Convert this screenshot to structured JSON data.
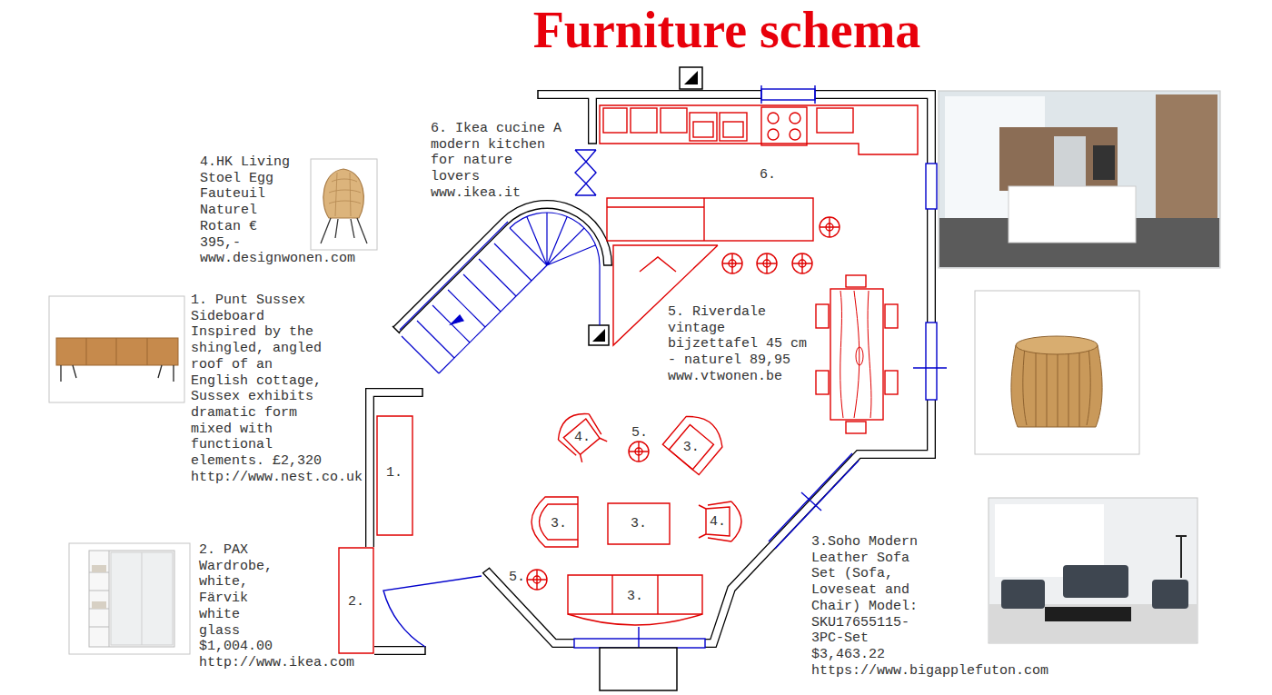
{
  "diagram": {
    "title": "Furniture schema",
    "nodes": [
      {
        "text": [
          "4."
        ]
      },
      {
        "text": [
          "3."
        ]
      },
      {
        "text": [
          "1."
        ]
      },
      {
        "text": [
          "3."
        ]
      },
      {
        "text": [
          "3."
        ]
      },
      {
        "text": [
          "4."
        ]
      },
      {
        "text": [
          "2."
        ]
      },
      {
        "text": [
          "3."
        ]
      }
    ],
    "labels": [
      "6. Ikea cucine A modern kitchen for nature lovers www.ikea.it",
      "4.HK Living Stoel Egg Fauteuil Naturel Rotan € 395,- www.designwonen.com",
      "6.",
      "1. Punt Sussex Sideboard Inspired by the shingled, angled roof of an English cottage, Sussex exhibits dramatic form mixed with functional elements. £2,320 http://www.nest.co.uk",
      "5. Riverdale vintage bijzettafel 45 cm - naturel 89,95 www.vtwonen.be",
      "5.",
      "3.Soho Modern Leather Sofa Set (Sofa, Loveseat and Chair) Model: SKU17655115-3PC-Set $3,463.22 https://www.bigapplefuton.com",
      "2. PAX Wardrobe, white, Färvik white glass $1,004.00 http://www.ikea.com",
      "5."
    ]
  }
}
